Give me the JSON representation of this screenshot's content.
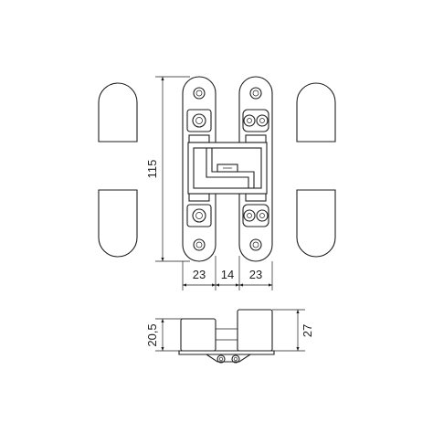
{
  "dimensions": {
    "height": "115",
    "leaf_width_left": "23",
    "gap": "14",
    "leaf_width_right": "23",
    "side_height_small": "20,5",
    "side_height_large": "27"
  }
}
